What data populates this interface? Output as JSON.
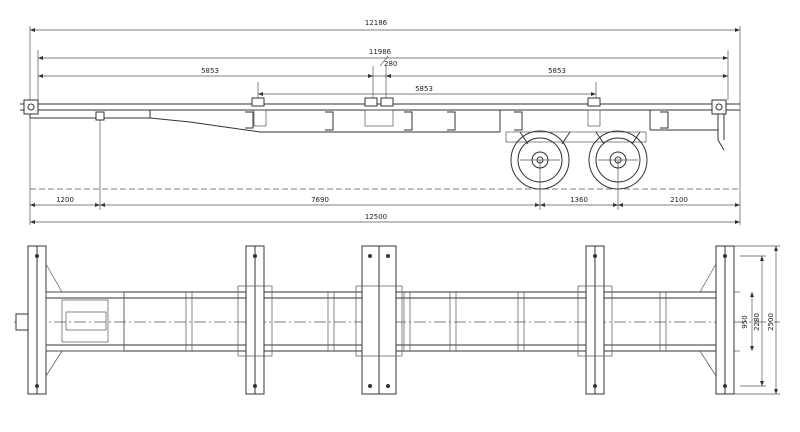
{
  "title": "",
  "side_view": {
    "dim_overall_top": "12186",
    "dim_platform": "11986",
    "dim_left_span": "5853",
    "dim_right_span": "5853",
    "dim_gap": "280",
    "dim_center_span": "5853",
    "dim_front_overhang": "1200",
    "dim_kingpin_to_axle": "7690",
    "dim_axle_spread": "1360",
    "dim_rear_overhang": "2100",
    "dim_overall_length": "12500"
  },
  "plan_view": {
    "dim_inner_width": "950",
    "dim_frame_width": "2280",
    "dim_overall_width": "2500"
  }
}
